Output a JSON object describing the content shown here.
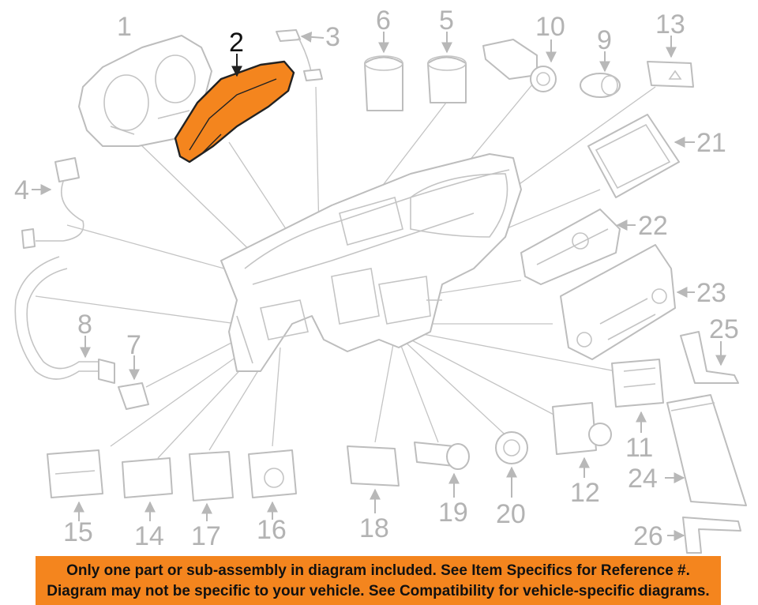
{
  "colors": {
    "highlight": "#f4851e",
    "banner_background": "#f4851e",
    "outline": "#bdbdbd",
    "callout_gray": "#b3b3b3",
    "callout_active": "#111111"
  },
  "highlighted_part": "2",
  "callouts": [
    "1",
    "2",
    "3",
    "4",
    "5",
    "6",
    "7",
    "8",
    "9",
    "10",
    "11",
    "12",
    "13",
    "14",
    "15",
    "16",
    "17",
    "18",
    "19",
    "20",
    "21",
    "22",
    "23",
    "24",
    "25",
    "26"
  ],
  "banner": {
    "line1": "Only one part or sub-assembly in diagram included. See Item Specifics for Reference #.",
    "line2": "Diagram may not be specific to your vehicle. See Compatibility for vehicle-specific diagrams."
  }
}
